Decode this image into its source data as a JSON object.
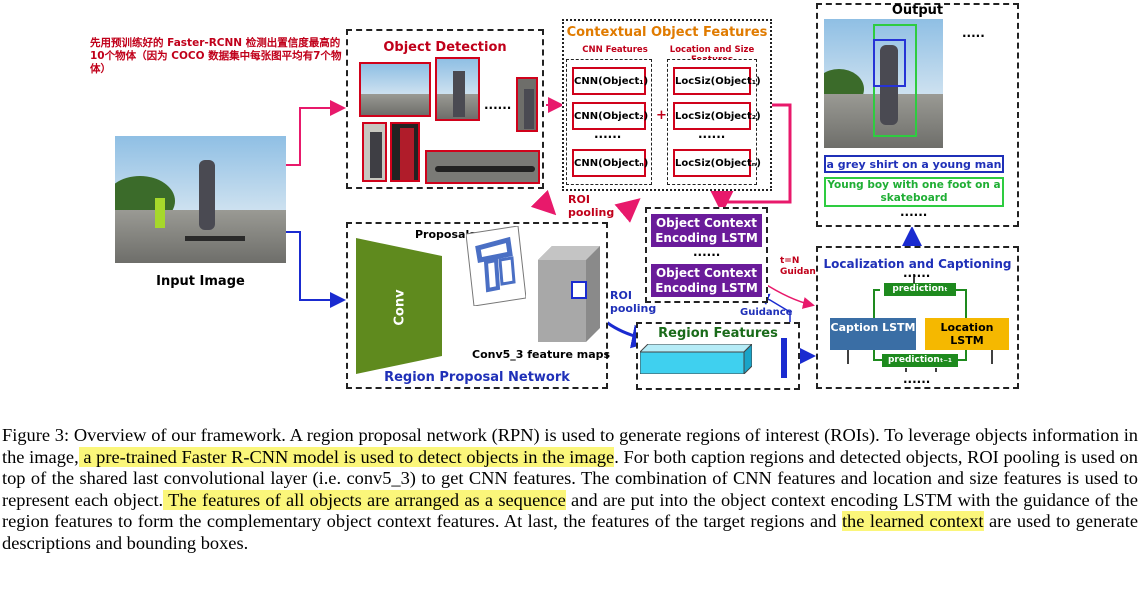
{
  "note_cn": "先用预训练好的 Faster-RCNN 检测出置信度最高的10个物体（因为 COCO 数据集中每张图平均有7个物体）",
  "input_image_label": "Input Image",
  "object_detection": {
    "title": "Object Detection",
    "dots": "......"
  },
  "contextual": {
    "title": "Contextual Object Features",
    "cnn_header": "CNN Features",
    "loc_header": "Location and Size Features",
    "cnn_items": [
      "CNN(Object₁)",
      "CNN(Object₂)",
      "CNN(Objectₙ)"
    ],
    "loc_items": [
      "LocSiz(Object₁)",
      "LocSiz(Object₂)",
      "LocSiz(Objectₙ)"
    ],
    "dots": "......",
    "plus": "+"
  },
  "rpn": {
    "title": "Region Proposal Network",
    "proposals": "Proposals",
    "conv": "Conv",
    "feature_maps": "Conv5_3 feature maps"
  },
  "roi_pooling_top": "ROI pooling",
  "roi_pooling_bottom": "ROI pooling",
  "encoding": {
    "lstm1": "Object Context Encoding LSTM",
    "lstm2": "Object Context Encoding LSTM",
    "dots": "......"
  },
  "tn_guidance": "t=N Guidance",
  "guidance": "Guidance",
  "region_features": "Region Features",
  "output": {
    "title": "Output",
    "dots": ".....",
    "caption1": "a grey shirt on a young man",
    "caption2": "Young boy with one foot on a skateboard",
    "dots2": "......"
  },
  "loc_cap": {
    "title": "Localization and Captioning",
    "caption_lstm": "Caption LSTM",
    "location_lstm": "Location LSTM",
    "prediction_t": "predictionₜ",
    "prediction_t1": "predictionₜ₋₁",
    "dots_top": "......",
    "dots_bottom": "......"
  },
  "figure_caption": {
    "p1": "Figure 3: Overview of our framework. A region proposal network (RPN) is used to generate regions of interest (ROIs). To leverage objects information in the image,",
    "h1": " a pre-trained Faster R-CNN model is used to detect objects in the image",
    "p2": ". For both caption regions and detected objects, ROI pooling is used on top of the shared last convolutional layer (i.e. conv5_3) to get CNN features. The combination of CNN features and location and size features is used to represent each object.",
    "h2": " The features of all objects are arranged as a sequence",
    "p3": " and are put into the object context encoding LSTM with the guidance of the region features to form the complementary object context features. At last, the features of the target regions and",
    "h3": "the learned context",
    "p4": " are used to generate descriptions and bounding boxes."
  }
}
